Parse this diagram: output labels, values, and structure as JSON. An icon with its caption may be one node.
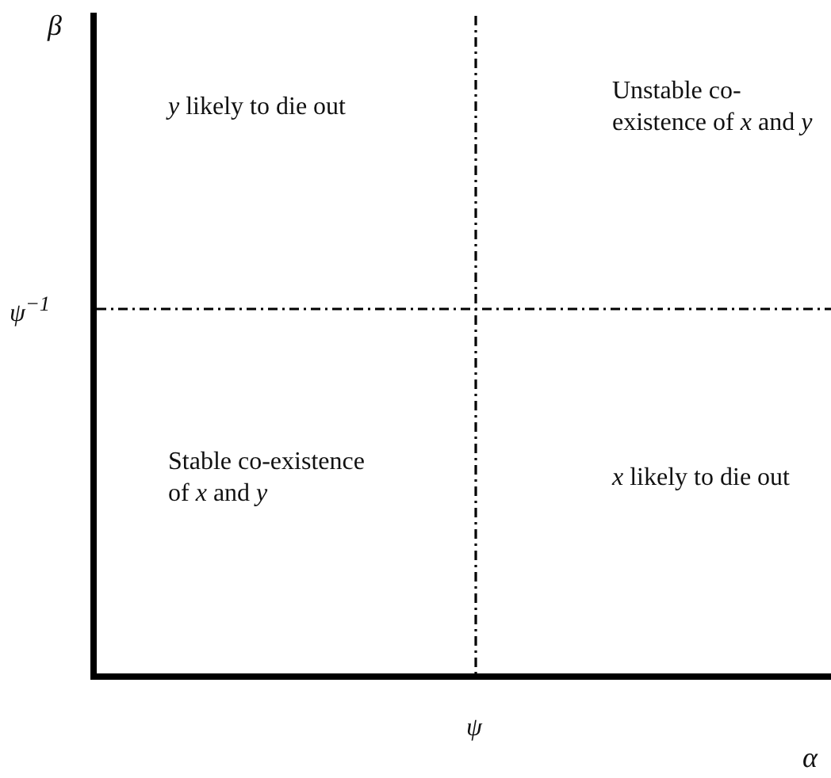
{
  "diagram": {
    "labels": [
      "β",
      "*y* likely to die out",
      "Unstable co-existence of *x* and *y*",
      "ψ$^{−1}$",
      "Stable co-existence of *x* and *y*",
      "*x* likely to die out",
      "ψ",
      "α"
    ]
  }
}
